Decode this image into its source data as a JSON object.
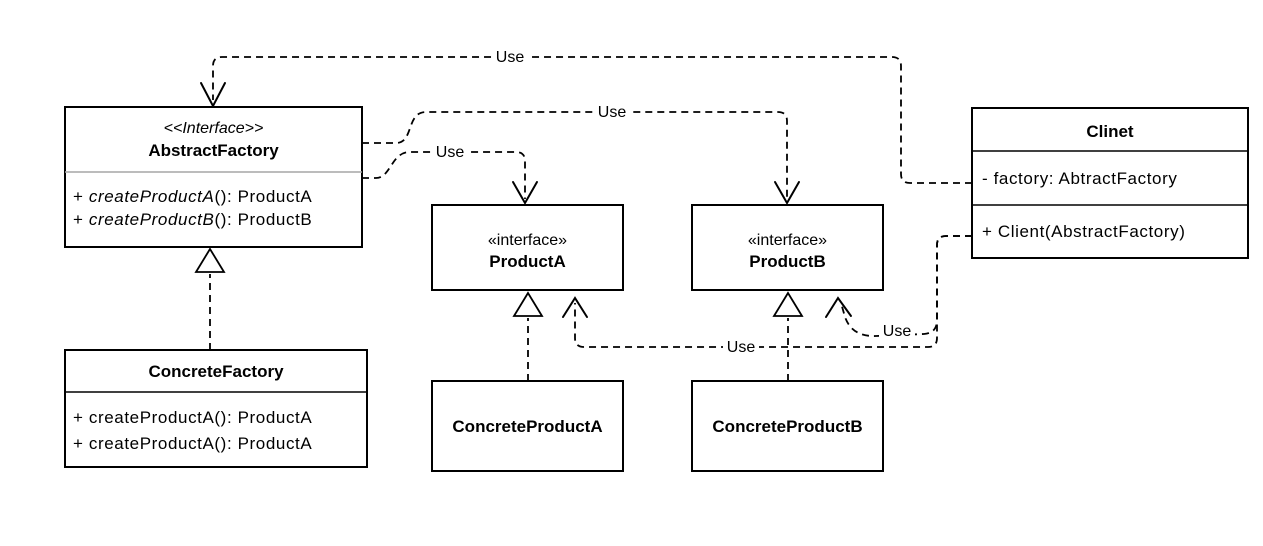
{
  "diagram": {
    "kind": "uml-class-diagram",
    "pattern": "Abstract Factory",
    "colors": {
      "stroke": "#000000",
      "background": "#ffffff",
      "header_divider_gray": "#a6a6a6"
    },
    "classes": {
      "abstract_factory": {
        "stereotype": "<<Interface>>",
        "name": "AbstractFactory",
        "methods": [
          {
            "prefix": "+ ",
            "name": "createProductA",
            "suffix": "(): ProductA"
          },
          {
            "prefix": "+ ",
            "name": "createProductB",
            "suffix": "(): ProductB"
          }
        ]
      },
      "concrete_factory": {
        "name": "ConcreteFactory",
        "methods": [
          "+ createProductA(): ProductA",
          "+ createProductA(): ProductA"
        ]
      },
      "product_a": {
        "stereotype": "«interface»",
        "name": "ProductA"
      },
      "product_b": {
        "stereotype": "«interface»",
        "name": "ProductB"
      },
      "client": {
        "name": "Clinet",
        "attributes": [
          "- factory: AbtractFactory"
        ],
        "methods": [
          "+ Client(AbstractFactory)"
        ]
      },
      "concrete_product_a": {
        "name": "ConcreteProductA"
      },
      "concrete_product_b": {
        "name": "ConcreteProductB"
      }
    },
    "edges": {
      "client_to_abstract_factory": {
        "type": "dependency",
        "label": "Use"
      },
      "abstract_factory_to_product_a": {
        "type": "dependency",
        "label": "Use"
      },
      "abstract_factory_to_product_b": {
        "type": "dependency",
        "label": "Use"
      },
      "client_to_product_b": {
        "type": "dependency",
        "label": "Use"
      },
      "client_to_product_a": {
        "type": "dependency",
        "label": "Use"
      },
      "concrete_factory_to_abstract_factory": {
        "type": "realization",
        "label": ""
      },
      "concrete_product_a_to_product_a": {
        "type": "realization",
        "label": ""
      },
      "concrete_product_b_to_product_b": {
        "type": "realization",
        "label": ""
      }
    }
  }
}
